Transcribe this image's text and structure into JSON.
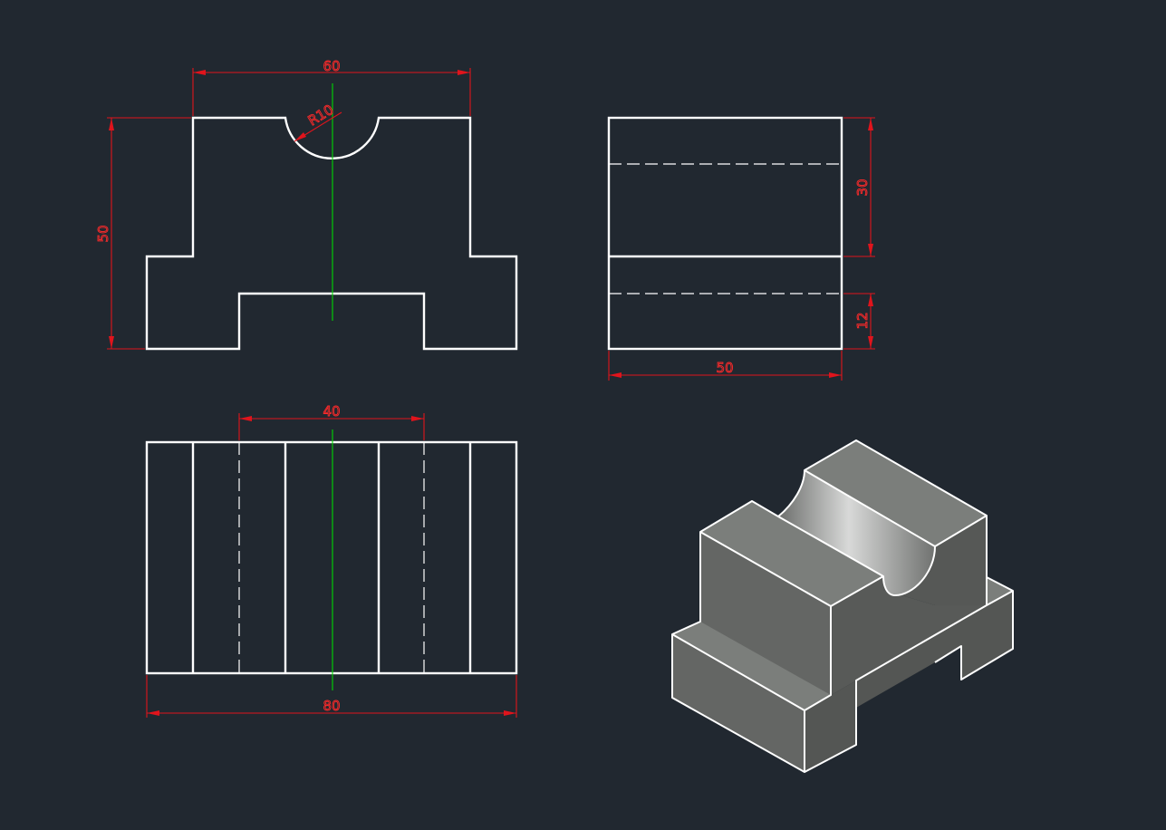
{
  "drawing": {
    "background": "#212830",
    "object_line_color": "#ffffff",
    "dimension_color": "#e0141c",
    "center_line_color": "#00d600",
    "shading": {
      "top": "#7b7e7b",
      "front": "#646664",
      "side": "#545654"
    }
  },
  "dimensions": {
    "front_width": "60",
    "front_height": "50",
    "groove_radius": "R10",
    "side_upper_height": "30",
    "side_lower_height": "12",
    "side_depth": "50",
    "top_groove_width": "40",
    "top_total_width": "80"
  }
}
